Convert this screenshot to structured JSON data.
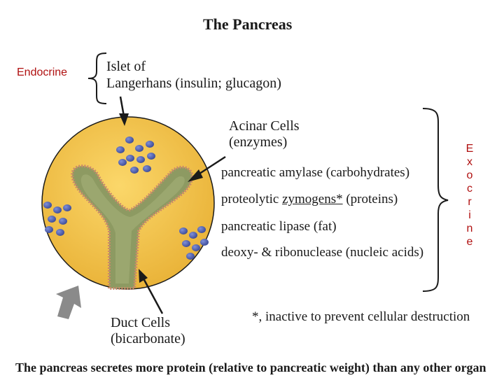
{
  "title": "The Pancreas",
  "endocrine_label": "Endocrine",
  "exocrine_letters": [
    "E",
    "x",
    "o",
    "c",
    "r",
    "i",
    "n",
    "e"
  ],
  "islet": {
    "line1": "Islet of",
    "line2": "Langerhans (insulin; glucagon)"
  },
  "acinar": {
    "line1": "Acinar Cells",
    "line2": "(enzymes)"
  },
  "enzymes": [
    {
      "before": "pancreatic amylase (carbohydrates)",
      "underlined": "",
      "after": ""
    },
    {
      "before": "proteolytic ",
      "underlined": "zymogens*",
      "after": " (proteins)"
    },
    {
      "before": "pancreatic lipase (fat)",
      "underlined": "",
      "after": ""
    },
    {
      "before": "deoxy- & ribonuclease (nucleic acids)",
      "underlined": "",
      "after": ""
    }
  ],
  "duct": {
    "line1": "Duct Cells",
    "line2": "(bicarbonate)"
  },
  "footnote": "*, inactive to prevent cellular destruction",
  "footer": "The pancreas secretes more protein (relative to pancreatic weight) than any other organ",
  "colors": {
    "label_red": "#b01010",
    "tissue": "#f5c44a",
    "duct": "#8d9a62",
    "cells": "#4a5aa8"
  }
}
